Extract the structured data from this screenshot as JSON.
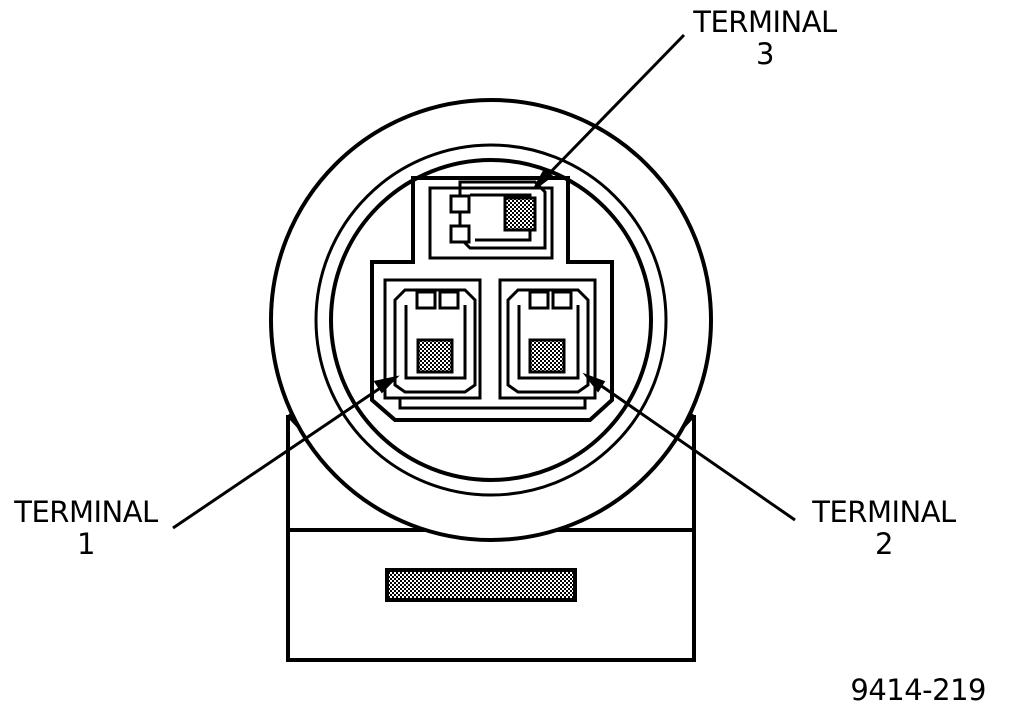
{
  "labels": {
    "terminal_3": {
      "line1": "TERMINAL",
      "line2": "3"
    },
    "terminal_1": {
      "line1": "TERMINAL",
      "line2": "1"
    },
    "terminal_2": {
      "line1": "TERMINAL",
      "line2": "2"
    }
  },
  "figure_id": "9414-219",
  "colors": {
    "ink": "#000000",
    "paper": "#ffffff",
    "stipple": "#8a8a8a"
  }
}
